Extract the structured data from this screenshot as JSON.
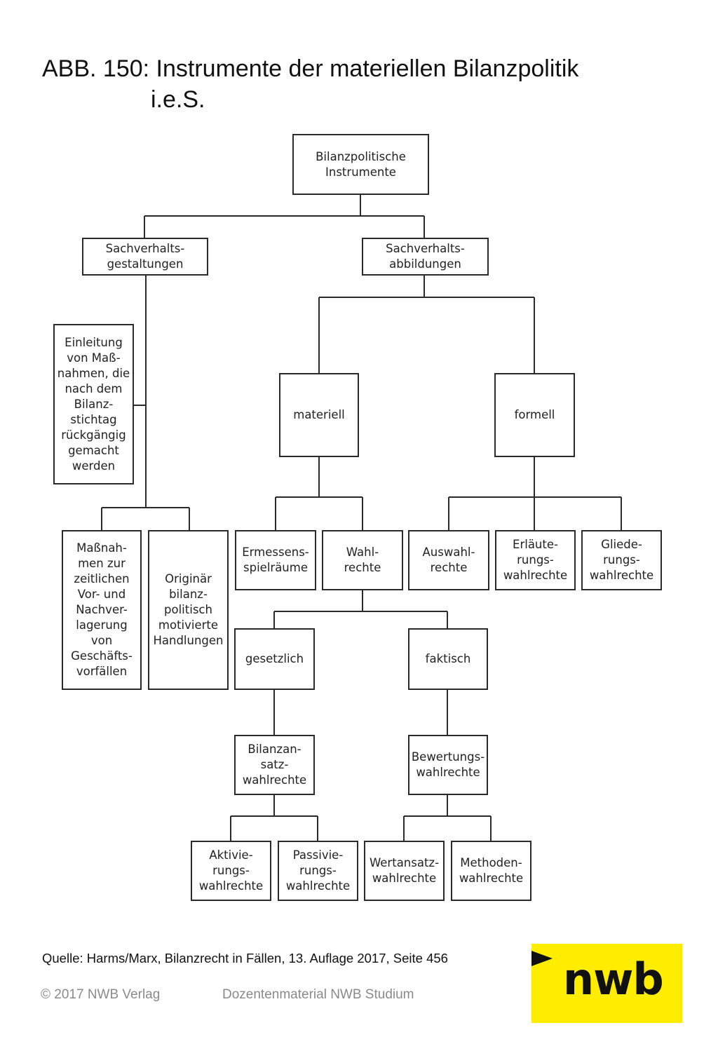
{
  "title": {
    "line1": "ABB. 150: Instrumente der materiellen Bilanzpolitik",
    "line2": "i.e.S."
  },
  "nodes": {
    "root": "Bilanzpolitische\nInstrumente",
    "sv_gestaltungen": "Sachverhalts-\ngestaltungen",
    "sv_abbildungen": "Sachverhalts-\nabbildungen",
    "einleitung": "Einleitung\nvon Maß-\nnahmen, die\nnach dem\nBilanz-\nstichtag\nrückgängig\ngemacht\nwerden",
    "massnahmen": "Maßnah-\nmen zur\nzeitlichen\nVor- und\nNachver-\nlagerung\nvon\nGeschäfts-\nvorfällen",
    "originaer": "Originär\nbilanz-\npolitisch\nmotivierte\nHandlungen",
    "materiell": "materiell",
    "formell": "formell",
    "ermessen": "Ermessens-\nspielräume",
    "wahlrechte": "Wahl-\nrechte",
    "auswahl": "Auswahl-\nrechte",
    "erlaeuterung": "Erläute-\nrungs-\nwahlrechte",
    "gliederung": "Gliede-\nrungs-\nwahlrechte",
    "gesetzlich": "gesetzlich",
    "faktisch": "faktisch",
    "bilanzansatz": "Bilanzan-\nsatz-\nwahlrechte",
    "bewertung": "Bewertungs-\nwahlrechte",
    "aktivierung": "Aktivie-\nrungs-\nwahlrechte",
    "passivierung": "Passivie-\nrungs-\nwahlrechte",
    "wertansatz": "Wertansatz-\nwahlrechte",
    "methoden": "Methoden-\nwahlrechte"
  },
  "source": "Quelle: Harms/Marx, Bilanzrecht in Fällen, 13. Auflage 2017, Seite 456",
  "footer": {
    "copyright": "© 2017 NWB Verlag",
    "material": "Dozentenmaterial NWB Studium"
  },
  "logo": {
    "text": "nwb",
    "color": "#ffed00"
  },
  "colors": {
    "box_border": "#2a2a2a",
    "footer_text": "#8a8a8a"
  }
}
